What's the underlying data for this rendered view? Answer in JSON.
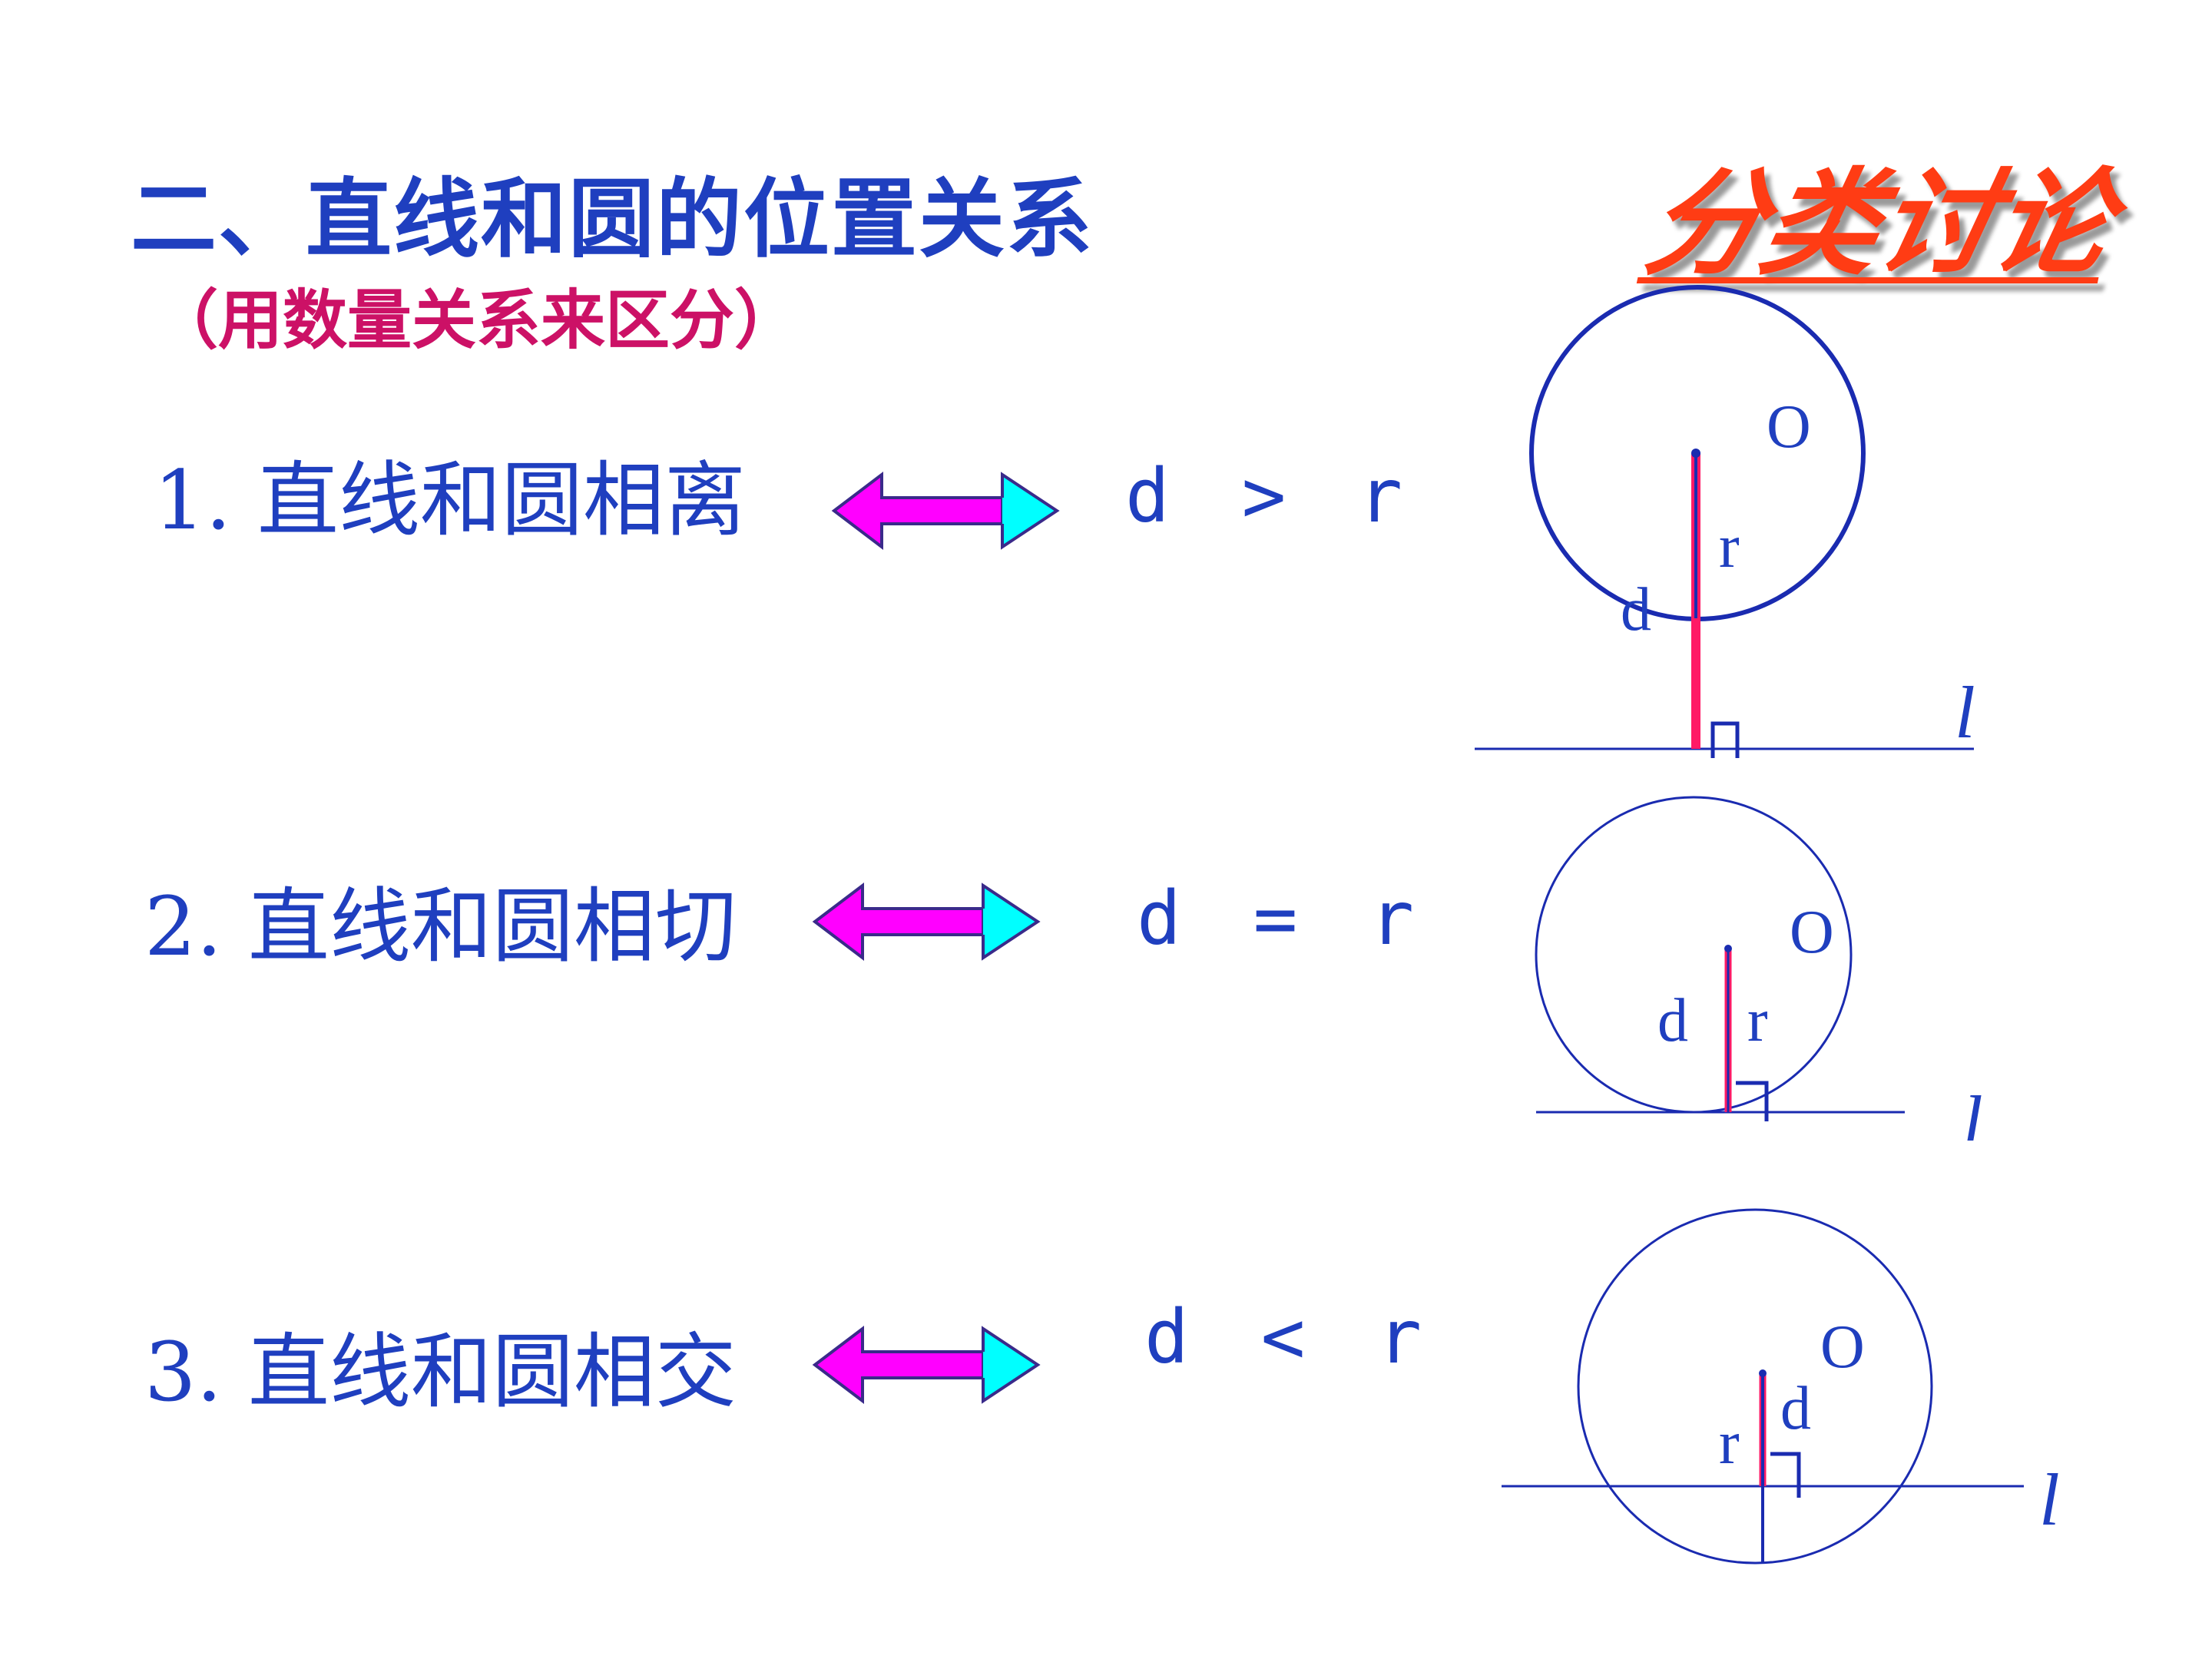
{
  "heading": {
    "title": "二、直线和圆的位置关系",
    "subtitle": "（用数量关系来区分）",
    "stamp": "分类讨论"
  },
  "cases": [
    {
      "label": "1. 直线和圆相离",
      "relation": "d > r"
    },
    {
      "label": "2. 直线和圆相切",
      "relation": "d = r"
    },
    {
      "label": "3. 直线和圆相交",
      "relation": "d < r"
    }
  ],
  "figure_labels": {
    "center": "O",
    "radius": "r",
    "distance": "d",
    "line": "l"
  },
  "colors": {
    "title": "#1f3fbf",
    "subtitle": "#cc1166",
    "stamp": "#ff3c14",
    "arrow_left": "#ff00ff",
    "arrow_right": "#00ffff",
    "segment": "#ff1a66",
    "diagram": "#1a2bb0"
  },
  "icons": [
    "double-arrow-icon"
  ]
}
